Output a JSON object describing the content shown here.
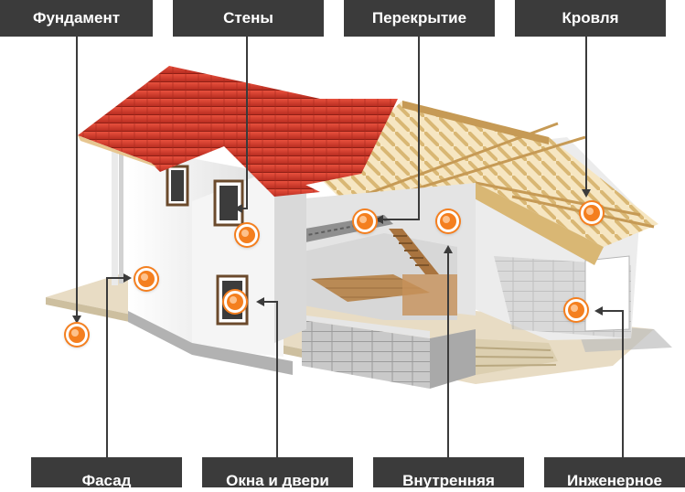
{
  "labels": {
    "foundation": "Фундамент",
    "walls": "Стены",
    "floor_slab": "Перекрытие",
    "roofing": "Кровля",
    "facade": "Фасад",
    "windows_doors": "Окна и двери",
    "interior": "Внутренняя",
    "engineering": "Инженерное"
  },
  "colors": {
    "label_bg": "#3b3b3b",
    "label_text": "#ffffff",
    "hotspot": "#f47f1f",
    "roof_tile": "#d63a2b",
    "wall": "#f1f1f1",
    "timber": "#e8c98a"
  }
}
